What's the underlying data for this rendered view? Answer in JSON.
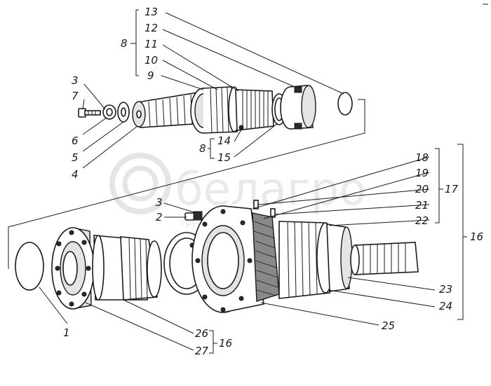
{
  "watermark": {
    "brand": "белагро",
    "subtitle": "группа компаний"
  },
  "callouts": {
    "c1": "1",
    "c2": "2",
    "c3a": "3",
    "c3b": "3",
    "c4": "4",
    "c5": "5",
    "c6": "6",
    "c7": "7",
    "c8a": "8",
    "c8b": "8",
    "c9": "9",
    "c10": "10",
    "c11": "11",
    "c12": "12",
    "c13": "13",
    "c14": "14",
    "c15": "15",
    "c16a": "16",
    "c16b": "16",
    "c17": "17",
    "c18": "18",
    "c19": "19",
    "c20": "20",
    "c21": "21",
    "c22": "22",
    "c23": "23",
    "c24": "24",
    "c25": "25",
    "c26": "26",
    "c27": "27"
  }
}
